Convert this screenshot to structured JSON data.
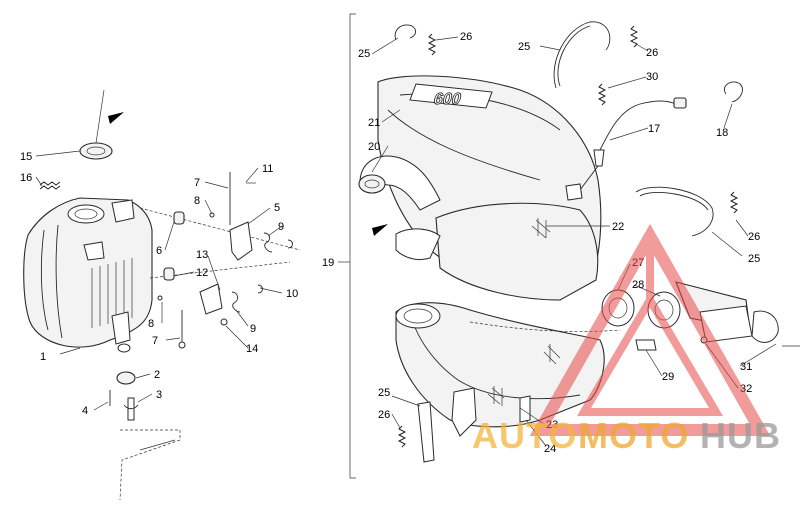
{
  "diagram": {
    "callouts": [
      {
        "id": "1",
        "text": "1"
      },
      {
        "id": "2",
        "text": "2"
      },
      {
        "id": "3",
        "text": "3"
      },
      {
        "id": "4",
        "text": "4"
      },
      {
        "id": "5",
        "text": "5"
      },
      {
        "id": "6",
        "text": "6"
      },
      {
        "id": "7a",
        "text": "7"
      },
      {
        "id": "7b",
        "text": "7"
      },
      {
        "id": "8a",
        "text": "8"
      },
      {
        "id": "8b",
        "text": "8"
      },
      {
        "id": "9a",
        "text": "9"
      },
      {
        "id": "9b",
        "text": "9"
      },
      {
        "id": "10",
        "text": "10"
      },
      {
        "id": "11",
        "text": "11"
      },
      {
        "id": "12",
        "text": "12"
      },
      {
        "id": "13",
        "text": "13"
      },
      {
        "id": "14",
        "text": "14"
      },
      {
        "id": "15",
        "text": "15"
      },
      {
        "id": "16",
        "text": "16"
      },
      {
        "id": "17",
        "text": "17"
      },
      {
        "id": "18",
        "text": "18"
      },
      {
        "id": "19",
        "text": "19"
      },
      {
        "id": "20",
        "text": "20"
      },
      {
        "id": "21",
        "text": "21"
      },
      {
        "id": "22",
        "text": "22"
      },
      {
        "id": "23",
        "text": "23"
      },
      {
        "id": "24",
        "text": "24"
      },
      {
        "id": "25a",
        "text": "25"
      },
      {
        "id": "25b",
        "text": "25"
      },
      {
        "id": "25c",
        "text": "25"
      },
      {
        "id": "25d",
        "text": "25"
      },
      {
        "id": "26a",
        "text": "26"
      },
      {
        "id": "26b",
        "text": "26"
      },
      {
        "id": "26c",
        "text": "26"
      },
      {
        "id": "26d",
        "text": "26"
      },
      {
        "id": "27",
        "text": "27"
      },
      {
        "id": "28",
        "text": "28"
      },
      {
        "id": "29",
        "text": "29"
      },
      {
        "id": "30",
        "text": "30"
      },
      {
        "id": "31",
        "text": "31"
      },
      {
        "id": "32",
        "text": "32"
      }
    ],
    "part_stamp": "600"
  },
  "watermark": {
    "auto": "AUTO",
    "moto": "MOTO",
    "hub": "HUB",
    "colors": {
      "auto": "#f5b53a",
      "moto": "#f0a830",
      "hub": "#9a9a9a",
      "triangle": "#e74b4b"
    }
  }
}
